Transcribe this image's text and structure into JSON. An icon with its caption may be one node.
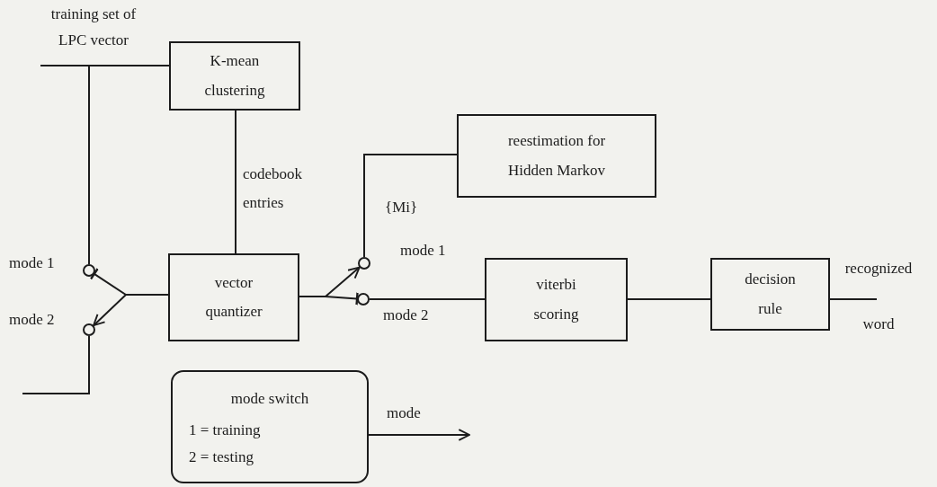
{
  "diagram": {
    "nodes": [
      {
        "text": [
          "K-mean clustering"
        ]
      },
      {
        "text": [
          "vector quantizer"
        ]
      },
      {
        "text": [
          "reestimation for Hidden Markov"
        ]
      },
      {
        "text": [
          "viterbi scoring"
        ]
      },
      {
        "text": [
          "decision rule"
        ]
      },
      {
        "text": [
          "mode switch",
          "1 = training",
          "2 = testing"
        ]
      },
      {
        "text": [],
        "shape": "circle",
        "beside": [
          "mode 1"
        ]
      },
      {
        "text": [],
        "shape": "circle",
        "beside": [
          "mode 2"
        ]
      },
      {
        "text": [],
        "shape": "circle",
        "beside": [
          "mode 1"
        ]
      },
      {
        "text": [],
        "shape": "circle",
        "beside": [
          "mode 2"
        ]
      }
    ],
    "edges": [
      {
        "from": null,
        "to": 0,
        "arrow": "none"
      },
      {
        "from": null,
        "to": 6,
        "arrow": "none"
      },
      {
        "from": 0,
        "to": 1,
        "arrow": "none",
        "label": "codebook entries"
      },
      {
        "from": 1,
        "to": 6,
        "arrow": "other"
      },
      {
        "from": 1,
        "to": 7,
        "arrow": "to"
      },
      {
        "from": 7,
        "to": null,
        "arrow": "none"
      },
      {
        "from": 1,
        "to": 8,
        "arrow": "to"
      },
      {
        "from": 1,
        "to": 9,
        "arrow": "other"
      },
      {
        "from": 8,
        "to": 2,
        "arrow": "none",
        "label": "{Mi}"
      },
      {
        "from": 9,
        "to": 3,
        "arrow": "none"
      },
      {
        "from": 3,
        "to": 4,
        "arrow": "none"
      },
      {
        "from": 4,
        "to": null,
        "arrow": "none",
        "label": "recognized word"
      },
      {
        "from": 5,
        "to": null,
        "arrow": "to",
        "label": "mode"
      }
    ],
    "labels": [
      "training set of LPC vector"
    ]
  }
}
